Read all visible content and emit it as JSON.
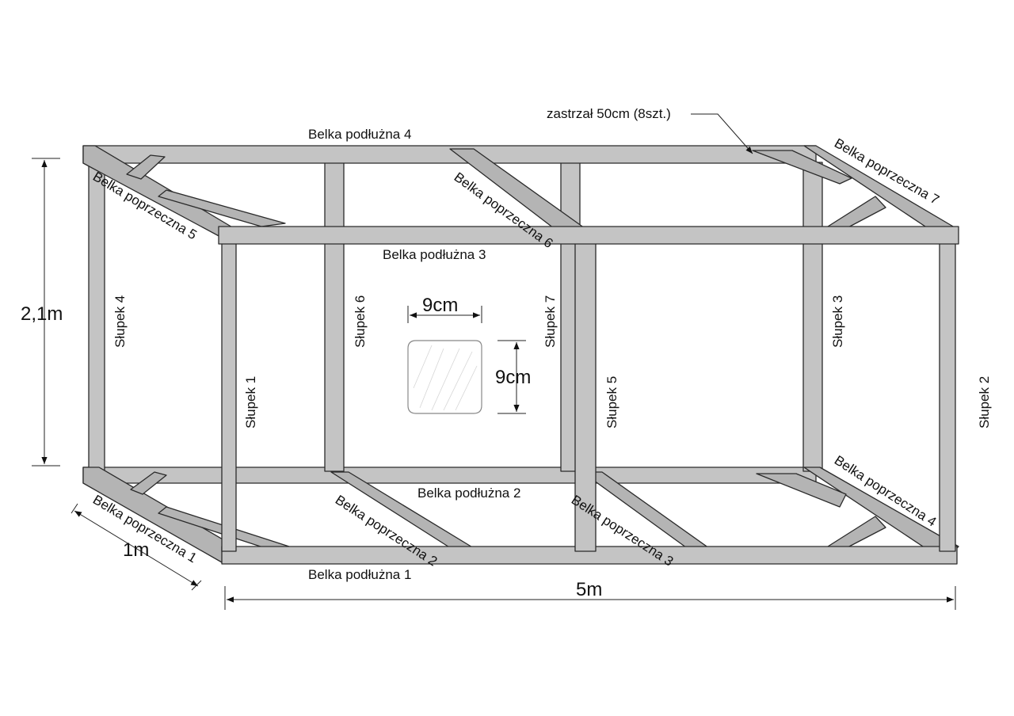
{
  "labels": {
    "belka_podluzna_1": "Belka podłużna 1",
    "belka_podluzna_2": "Belka podłużna 2",
    "belka_podluzna_3": "Belka podłużna 3",
    "belka_podluzna_4": "Belka podłużna 4",
    "belka_poprzeczna_1": "Belka poprzeczna 1",
    "belka_poprzeczna_2": "Belka poprzeczna 2",
    "belka_poprzeczna_3": "Belka poprzeczna 3",
    "belka_poprzeczna_4": "Belka poprzeczna 4",
    "belka_poprzeczna_5": "Belka poprzeczna 5",
    "belka_poprzeczna_6": "Belka poprzeczna 6",
    "belka_poprzeczna_7": "Belka poprzeczna 7",
    "slupek_1": "Słupek 1",
    "slupek_2": "Słupek 2",
    "slupek_3": "Słupek 3",
    "slupek_4": "Słupek 4",
    "slupek_5": "Słupek 5",
    "slupek_6": "Słupek 6",
    "slupek_7": "Słupek 7",
    "zastrzal": "zastrzał 50cm (8szt.)"
  },
  "dimensions": {
    "height": "2,1m",
    "depth": "1m",
    "length": "5m",
    "section_width": "9cm",
    "section_height": "9cm"
  }
}
